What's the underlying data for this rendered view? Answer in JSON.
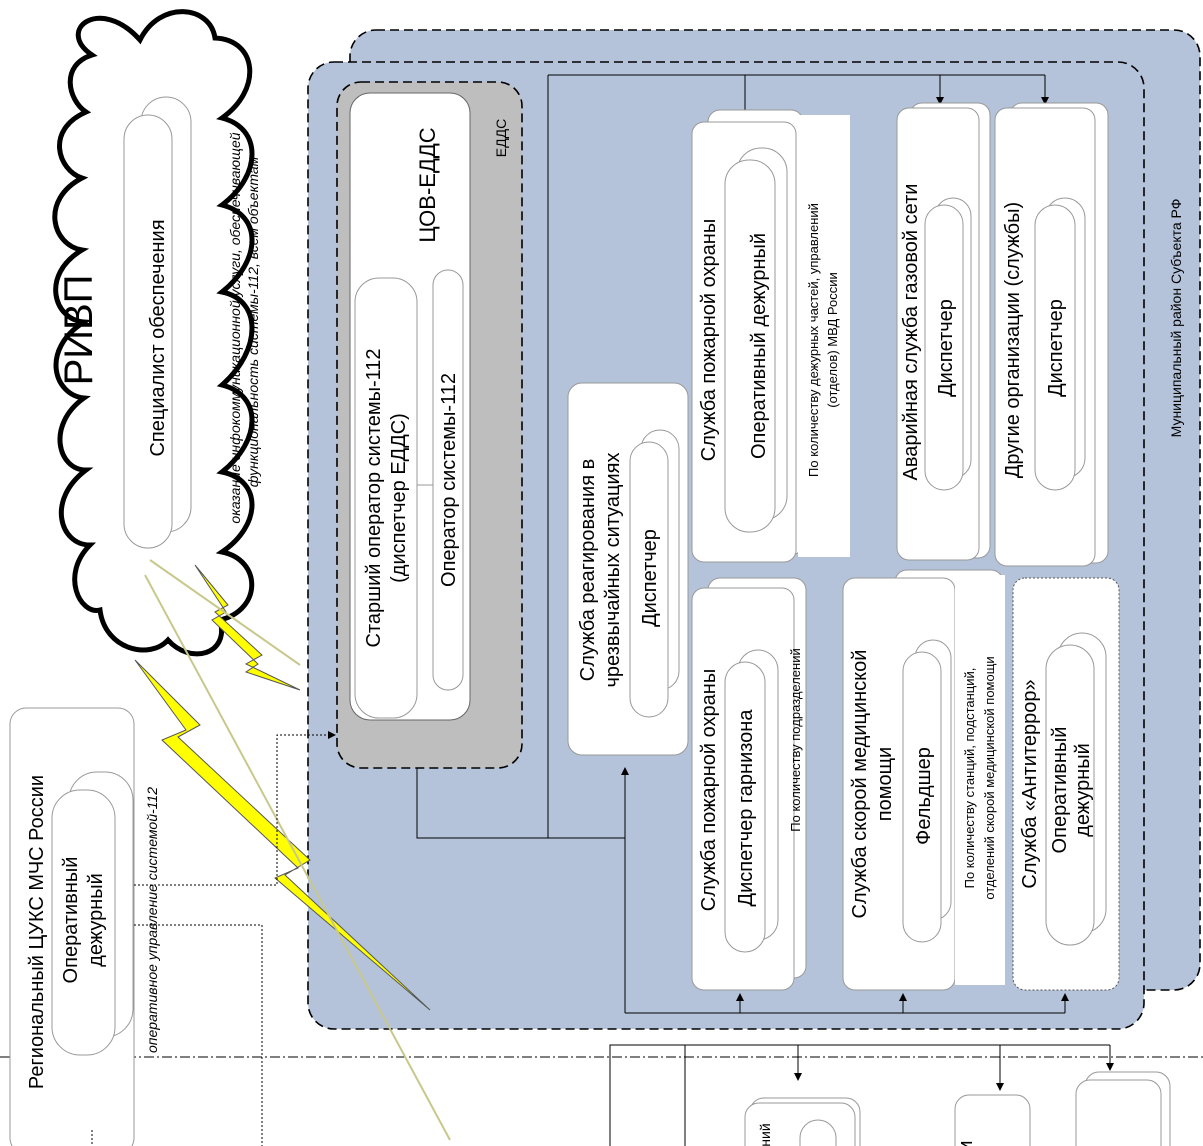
{
  "colors": {
    "region_fill": "#b4c3da",
    "edds_fill": "#bebebe",
    "box_fill": "#ffffff",
    "lightning_fill": "#ffff00",
    "border": "#000000"
  },
  "rivp": {
    "title": "РИВП",
    "specialist": "Специалист обеспечения",
    "note_line1": "оказание инфокоммуникационной услуги, обеспечивающей",
    "note_line2": "функциональность системы-112, всем объектам"
  },
  "region_center": {
    "title": "Региональный ЦУКС МЧС России",
    "duty_line1": "Оперативный",
    "duty_line2": "дежурный",
    "note": "оперативное управление системой-112"
  },
  "municipal": {
    "label": "Муниципальный район Субъекта РФ"
  },
  "edds": {
    "label": "ЕДДС",
    "cov": "ЦОВ-ЕДДС",
    "senior_line1": "Старший оператор системы-112",
    "senior_line2": "(диспетчер ЕДДС)",
    "operator": "Оператор системы-112"
  },
  "services": {
    "emergency": {
      "title_line1": "Служба реагирования в",
      "title_line2": "чрезвычайных ситуациях",
      "role": "Диспетчер"
    },
    "fire_top": {
      "title": "Служба пожарной охраны",
      "role": "Оперативный дежурный",
      "note_line1": "По количеству дежурных частей, управлений",
      "note_line2": "(отделов) МВД России"
    },
    "gas": {
      "title": "Аварийная служба газовой сети",
      "role": "Диспетчер"
    },
    "other": {
      "title": "Другие организации (службы)",
      "role": "Диспетчер"
    },
    "fire_garrison": {
      "title": "Служба пожарной охраны",
      "role": "Диспетчер гарнизона",
      "note": "По количеству подразделений"
    },
    "ambulance": {
      "title_line1": "Служба скорой медицинской",
      "title_line2": "помощи",
      "role": "Фельдшер",
      "note_line1": "По количеству станций, подстанций,",
      "note_line2": "отделений скорой медицинской помощи"
    },
    "antiterror": {
      "title": "Служба «Антитеррор»",
      "role_line1": "Оперативный",
      "role_line2": "дежурный"
    }
  },
  "cropped_labels": {
    "left_box": "ний",
    "mid_box": "и"
  }
}
